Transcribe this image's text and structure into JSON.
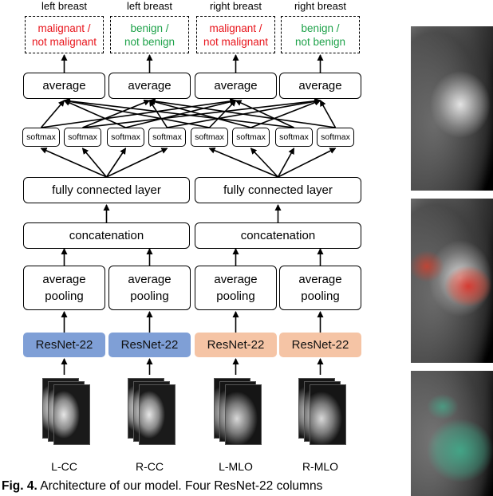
{
  "colors": {
    "malignant": "#e8141b",
    "benign": "#1ea24a",
    "resnet_cc": "#7f9fd6",
    "resnet_mlo": "#f5c4a5"
  },
  "columns": [
    {
      "breast": "left breast",
      "line1": "malignant /",
      "line2": "not malignant",
      "color": "malignant",
      "view": "L-CC",
      "resnet": "ResNet-22"
    },
    {
      "breast": "left breast",
      "line1": "benign /",
      "line2": "not benign",
      "color": "benign",
      "view": "R-CC",
      "resnet": "ResNet-22"
    },
    {
      "breast": "right breast",
      "line1": "malignant /",
      "line2": "not malignant",
      "color": "malignant",
      "view": "L-MLO",
      "resnet": "ResNet-22"
    },
    {
      "breast": "right breast",
      "line1": "benign /",
      "line2": "not benign",
      "color": "benign",
      "view": "R-MLO",
      "resnet": "ResNet-22"
    }
  ],
  "average_label": "average",
  "softmax_label": "softmax",
  "fc_label": "fully connected layer",
  "concat_label": "concatenation",
  "pool_line1": "average",
  "pool_line2": "pooling",
  "caption": {
    "prefix": "Fig. 4.",
    "text": "Architecture of our model. Four ResNet-22 columns"
  }
}
